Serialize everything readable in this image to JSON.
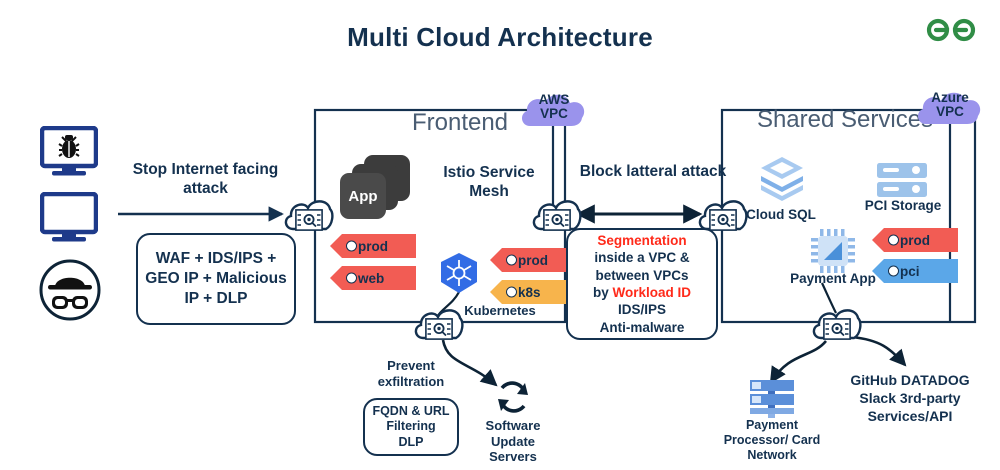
{
  "title": "Multi Cloud Architecture",
  "logo": {
    "name": "geeksforgeeks-logo",
    "color": "#308d46"
  },
  "left_zone": {
    "devices": [
      {
        "icon": "monitor-bug-icon",
        "label": ""
      },
      {
        "icon": "monitor-blank-icon",
        "label": ""
      },
      {
        "icon": "hacker-avatar-icon",
        "label": ""
      }
    ],
    "flow_label": "Stop Internet facing attack",
    "control_box": "WAF + IDS/IPS + GEO IP + Malicious IP + DLP"
  },
  "frontend_vpc": {
    "title": "Frontend",
    "cloud_badge": {
      "line1": "AWS",
      "line2": "VPC",
      "color": "#9a93ec"
    },
    "app_stack_label": "App",
    "mesh_label": "Istio Service Mesh",
    "kubernetes_label": "Kubernetes",
    "tags_left": [
      {
        "label": "prod",
        "color": "#f25c54"
      },
      {
        "label": "web",
        "color": "#f25c54"
      }
    ],
    "tags_k8s": [
      {
        "label": "prod",
        "color": "#f25c54"
      },
      {
        "label": "k8s",
        "color": "#f7b44c"
      }
    ]
  },
  "middle": {
    "flow_label": "Block latteral attack",
    "segmentation_box": {
      "l1": "Segmentation",
      "l2": "inside a VPC &",
      "l3": "between VPCs",
      "l4_pre": "by ",
      "l4_hi": "Workload ID",
      "l5": "IDS/IPS",
      "l6": "Anti-malware"
    }
  },
  "shared_vpc": {
    "title": "Shared Services",
    "cloud_badge": {
      "line1": "Azure",
      "line2": "VPC",
      "color": "#9a93ec"
    },
    "cloud_sql_label": "Cloud SQL",
    "pci_storage_label": "PCI Storage",
    "payment_app_label": "Payment App",
    "tags": [
      {
        "label": "prod",
        "color": "#f25c54"
      },
      {
        "label": "pci",
        "color": "#5ba7e8"
      }
    ]
  },
  "bottom": {
    "prevent_label": "Prevent exfiltration",
    "fqdn_box": {
      "l1": "FQDN & URL",
      "l2": "Filtering",
      "l3": "DLP"
    },
    "software_update_label": "Software Update Servers",
    "payment_processor_label": "Payment Processor/ Card Network",
    "third_party_label": "GitHub DATADOG Slack 3rd-party Services/API"
  },
  "colors": {
    "ink": "#14314f",
    "red_accent": "#ff2a1a",
    "tag_red": "#f25c54",
    "tag_orange": "#f7b44c",
    "tag_blue": "#5ba7e8",
    "vpc_purple": "#9a93ec",
    "azure_blue": "#5b9bd5",
    "k8s_blue": "#326ce5",
    "app_dark": "#3f3f3f"
  }
}
